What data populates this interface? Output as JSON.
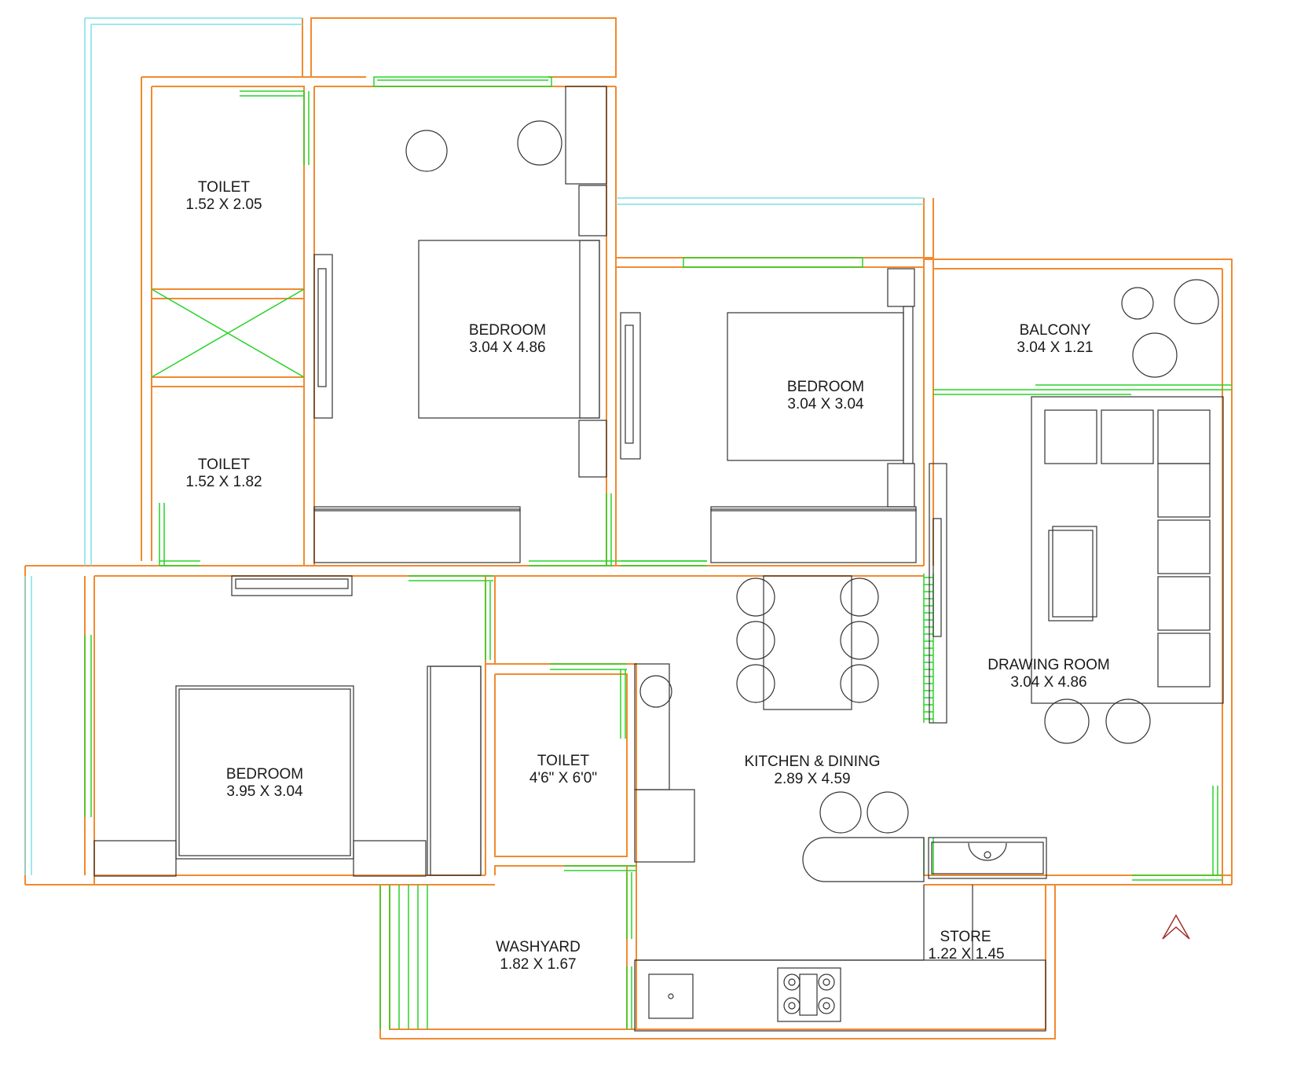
{
  "colors": {
    "wall": "#f28a2e",
    "glazing": "#7fe0e8",
    "opening": "#28d428",
    "furniture": "#333333",
    "compass": "#a0302a"
  },
  "rooms": {
    "toilet_top": {
      "name": "TOILET",
      "size": "1.52 X 2.05"
    },
    "toilet_mid": {
      "name": "TOILET",
      "size": "1.52 X 1.82"
    },
    "master_bedroom": {
      "name": "BEDROOM",
      "size": "3.04 X 4.86"
    },
    "bedroom_2": {
      "name": "BEDROOM",
      "size": "3.04 X 3.04"
    },
    "balcony": {
      "name": "BALCONY",
      "size": "3.04 X 1.21"
    },
    "drawing_room": {
      "name": "DRAWING ROOM",
      "size": "3.04 X 4.86"
    },
    "bedroom_3": {
      "name": "BEDROOM",
      "size": "3.95 X 3.04"
    },
    "toilet_small": {
      "name": "TOILET",
      "size": "4'6\" X 6'0\""
    },
    "kitchen_dining": {
      "name": "KITCHEN & DINING",
      "size": "2.89 X 4.59"
    },
    "washyard": {
      "name": "WASHYARD",
      "size": "1.82 X 1.67"
    },
    "store": {
      "name": "STORE",
      "size": "1.22 X 1.45"
    }
  },
  "icons": {
    "compass": "north-arrow-icon"
  }
}
